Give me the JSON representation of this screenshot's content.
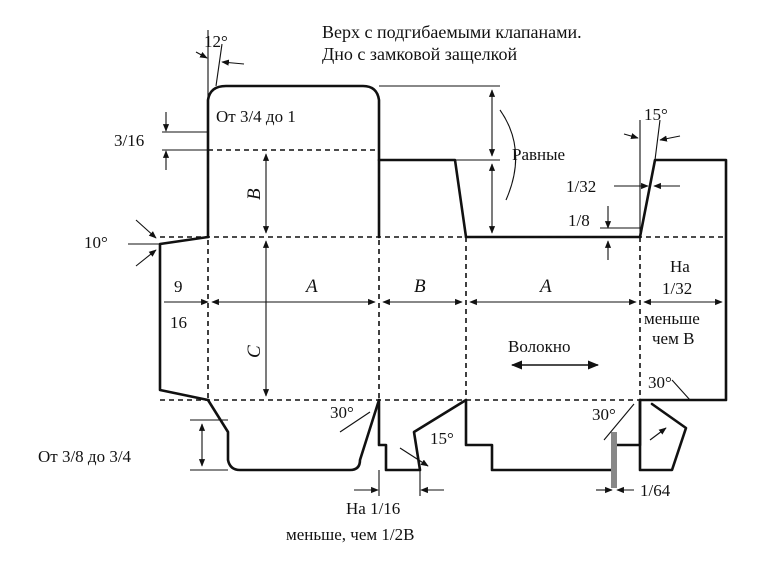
{
  "title_line1": "Верх с подгибаемыми клапанами.",
  "title_line2": "Дно с замковой защелкой",
  "labels": {
    "angle_12": "12°",
    "top_flap_range": "От 3/4 до 1",
    "dim_3_16": "3/16",
    "dim_b_vert": "B",
    "angle_10": "10°",
    "dim_9": "9",
    "dim_16": "16",
    "panel_a1": "A",
    "panel_b": "B",
    "panel_a2": "A",
    "dim_c": "C",
    "equal": "Равные",
    "angle_15_top": "15°",
    "dim_1_32": "1/32",
    "dim_1_8": "1/8",
    "glue_line1": "На",
    "glue_line2": "1/32",
    "glue_line3": "меньше",
    "glue_line4": "чем B",
    "grain": "Волокно",
    "angle_30_right": "30°",
    "angle_30_mid": "30°",
    "angle_30_left": "30°",
    "angle_15_bottom": "15°",
    "bottom_range": "От 3/8 до 3/4",
    "dim_1_64": "1/64",
    "bottom_note_line1": "На 1/16",
    "bottom_note_line2": "меньше, чем 1/2B"
  }
}
